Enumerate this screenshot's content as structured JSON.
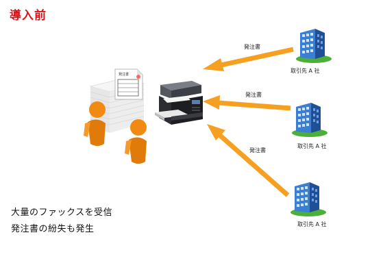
{
  "title": "導入前",
  "edges": [
    {
      "label": "発注書"
    },
    {
      "label": "発注書"
    },
    {
      "label": "発注書"
    }
  ],
  "companies": [
    {
      "label": "取引先 A 社"
    },
    {
      "label": "取引先 A 社"
    },
    {
      "label": "取引先 A 社"
    }
  ],
  "document": {
    "label": "発注書"
  },
  "description": {
    "line1": "大量のファックスを受信",
    "line2": "発注書の紛失も発生"
  },
  "colors": {
    "title": "#d7141a",
    "arrow": "#f5a020",
    "person": "#f08a12",
    "building": "#2f6fc4",
    "grass": "#4caf3a"
  }
}
